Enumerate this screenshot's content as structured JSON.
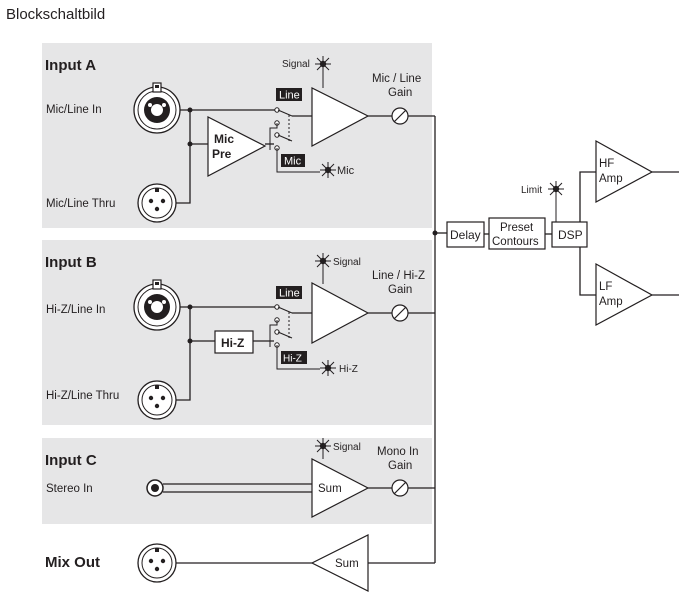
{
  "title": "Blockschaltbild",
  "input_a": {
    "heading": "Input A",
    "mic_line_in": "Mic/Line In",
    "mic_line_thru": "Mic/Line Thru",
    "mic_pre_1": "Mic",
    "mic_pre_2": "Pre",
    "signal": "Signal",
    "gain_1": "Mic / Line",
    "gain_2": "Gain",
    "line_tag": "Line",
    "mic_tag": "Mic",
    "mic_led": "Mic"
  },
  "input_b": {
    "heading": "Input B",
    "hiz_line_in": "Hi-Z/Line In",
    "hiz_line_thru": "Hi-Z/Line Thru",
    "hiz_box": "Hi-Z",
    "signal": "Signal",
    "gain_1": "Line / Hi-Z",
    "gain_2": "Gain",
    "line_tag": "Line",
    "hiz_tag": "Hi-Z",
    "hiz_led": "Hi-Z"
  },
  "input_c": {
    "heading": "Input C",
    "stereo_in": "Stereo In",
    "sum": "Sum",
    "signal": "Signal",
    "gain_1": "Mono In",
    "gain_2": "Gain"
  },
  "mix_out": {
    "heading": "Mix Out",
    "sum": "Sum"
  },
  "processing": {
    "delay": "Delay",
    "preset_1": "Preset",
    "preset_2": "Contours",
    "dsp": "DSP",
    "limit": "Limit",
    "hf_1": "HF",
    "hf_2": "Amp",
    "lf_1": "LF",
    "lf_2": "Amp"
  }
}
